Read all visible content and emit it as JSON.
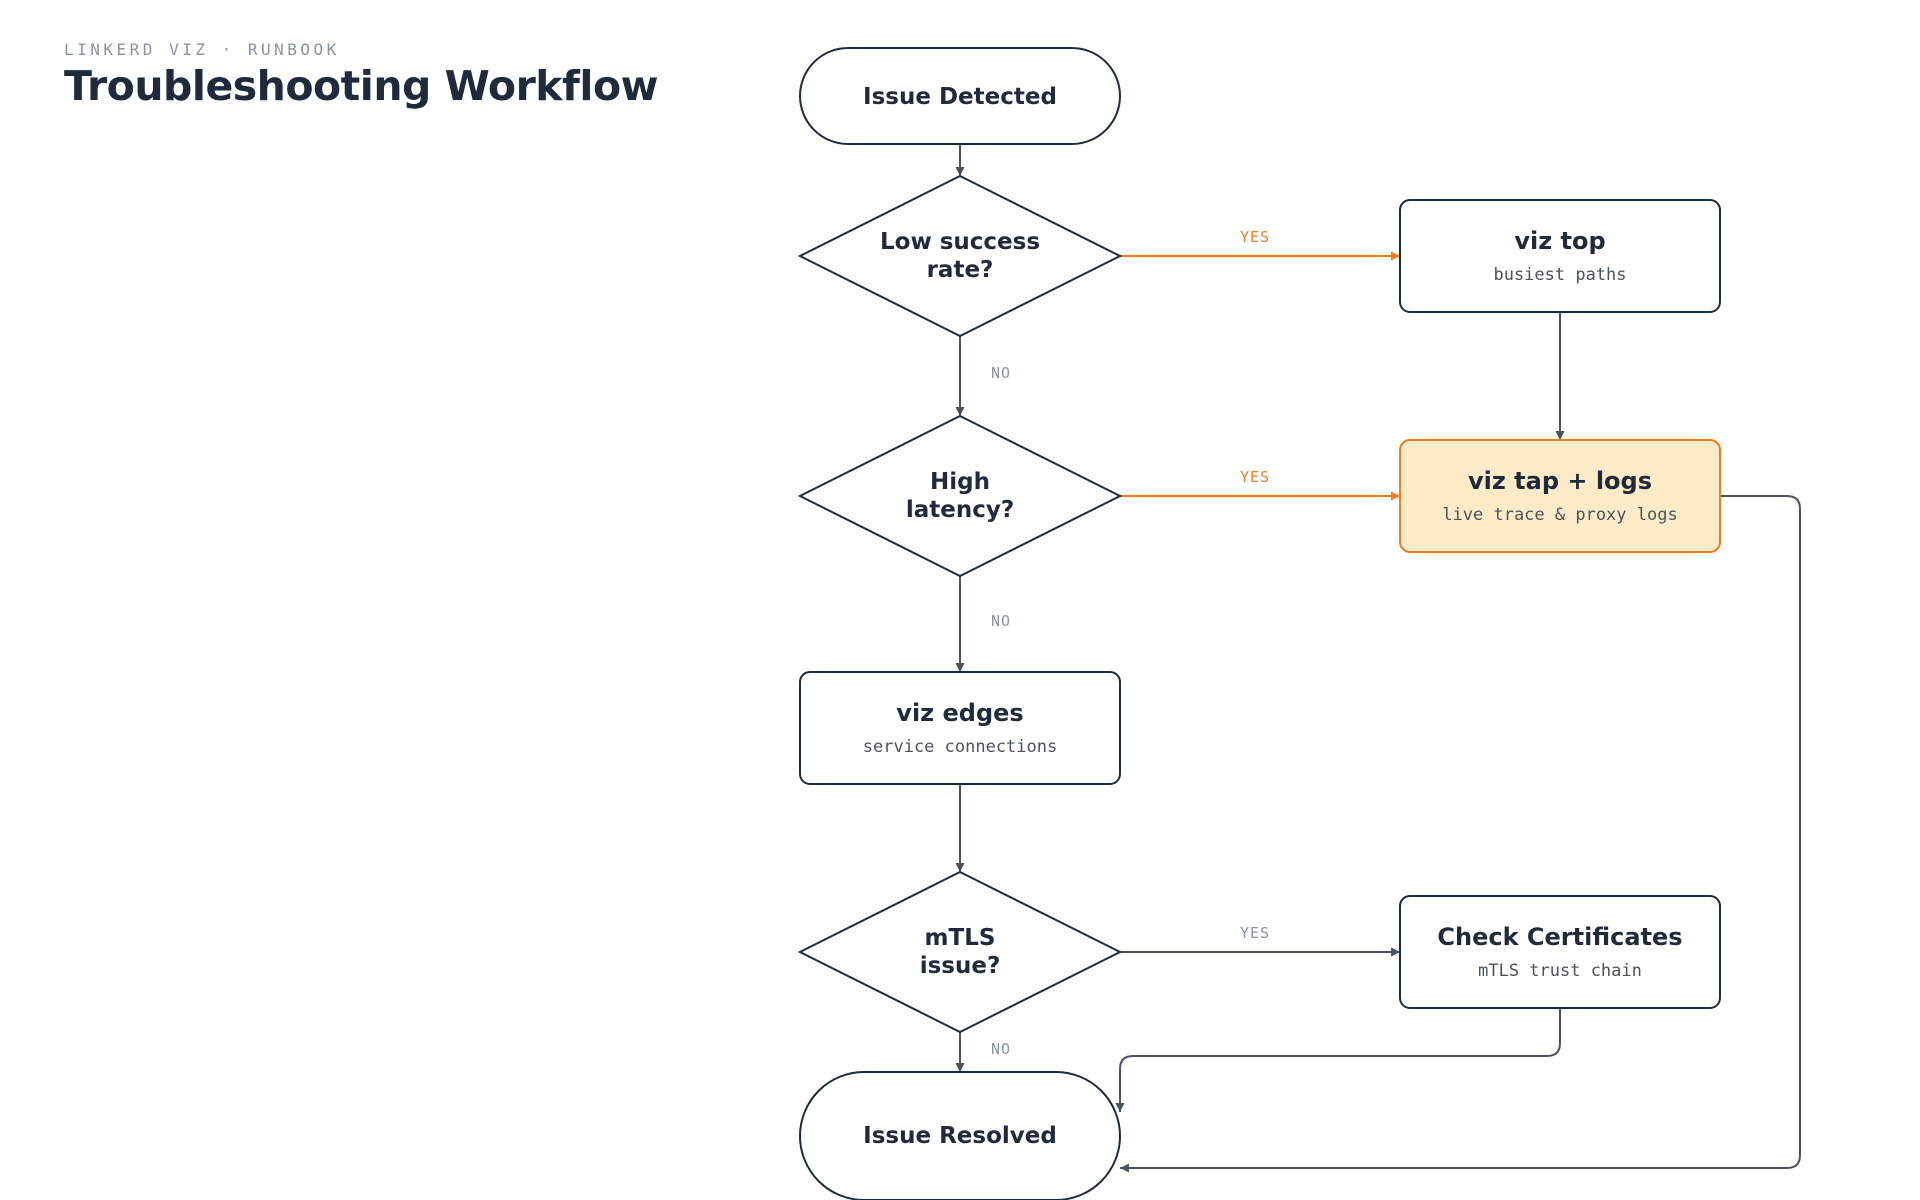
{
  "header": {
    "eyebrow": "LINKERD VIZ · RUNBOOK",
    "title": "Troubleshooting Workflow"
  },
  "colors": {
    "ink": "#1f2a3c",
    "muted": "#8a93a2",
    "edge": "#4a5260",
    "accent": "#ef7d1a",
    "highlight_fill": "#fdeac7"
  },
  "nodes": {
    "issue_detected": {
      "title": "Issue Detected"
    },
    "low_success": {
      "line1": "Low success",
      "line2": "rate?"
    },
    "high_latency": {
      "line1": "High",
      "line2": "latency?"
    },
    "viz_top": {
      "title": "viz top",
      "subtitle": "busiest paths"
    },
    "viz_tap": {
      "title": "viz tap + logs",
      "subtitle": "live trace & proxy logs"
    },
    "viz_edges": {
      "title": "viz edges",
      "subtitle": "service connections"
    },
    "mtls_issue": {
      "line1": "mTLS",
      "line2": "issue?"
    },
    "check_certs": {
      "title": "Check Certificates",
      "subtitle": "mTLS trust chain"
    },
    "issue_resolved": {
      "title": "Issue Resolved"
    }
  },
  "edge_labels": {
    "low_success_yes": "YES",
    "low_success_no": "NO",
    "high_latency_yes": "YES",
    "high_latency_no": "NO",
    "mtls_yes": "YES",
    "mtls_no": "NO"
  }
}
